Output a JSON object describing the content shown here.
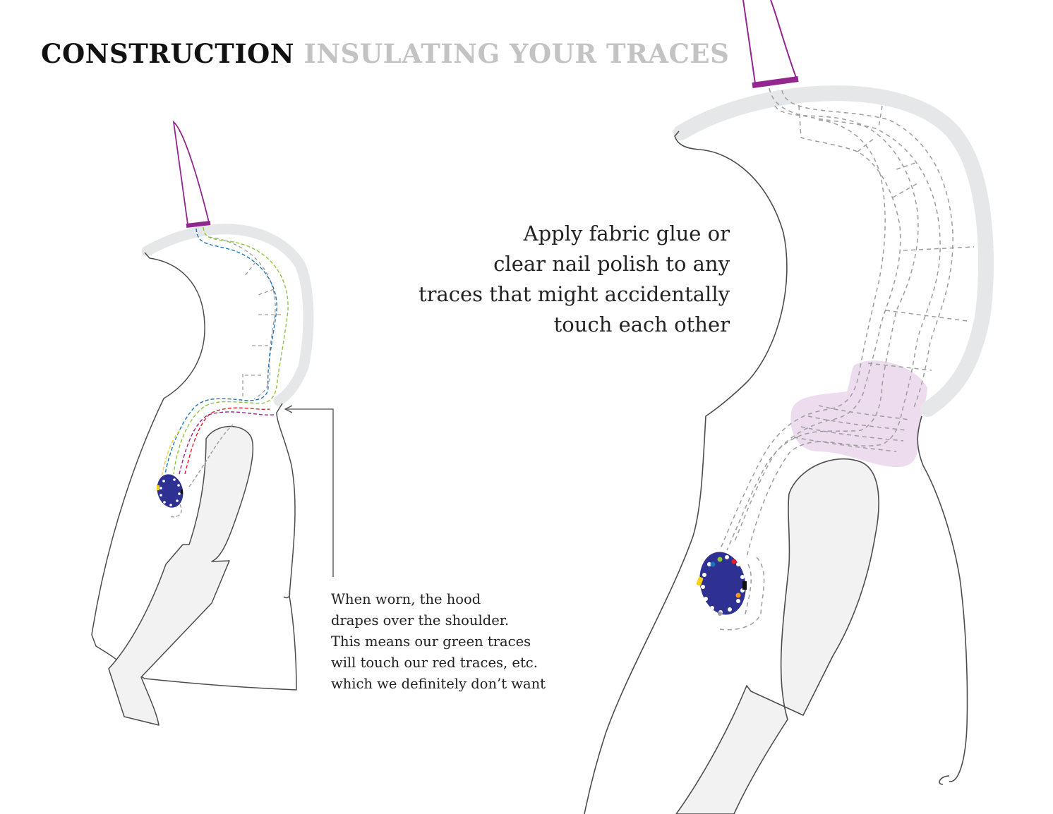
{
  "heading": {
    "section": "CONSTRUCTION",
    "topic": "INSULATING YOUR TRACES"
  },
  "instruction": {
    "lines": [
      "Apply fabric glue or",
      "clear nail polish to any",
      "traces that might accidentally",
      "touch each other"
    ]
  },
  "note": {
    "lines": [
      "When worn, the hood",
      "drapes over the shoulder.",
      "This means our green traces",
      "will touch our red traces, etc.",
      "which we definitely don’t want"
    ]
  },
  "colors": {
    "hood_edge": "#e6e7e8",
    "outline": "#4d4d4d",
    "horn": "#92278f",
    "board": "#2e3192",
    "sleeve": "#f2f2f2",
    "glue": "#eddcee",
    "trace_grey": "#9d9d9d",
    "trace_green": "#8dc63f",
    "trace_blue": "#1c75bc",
    "trace_red": "#ed1c24",
    "trace_purple": "#92278f",
    "trace_yellow": "#f7d117"
  }
}
